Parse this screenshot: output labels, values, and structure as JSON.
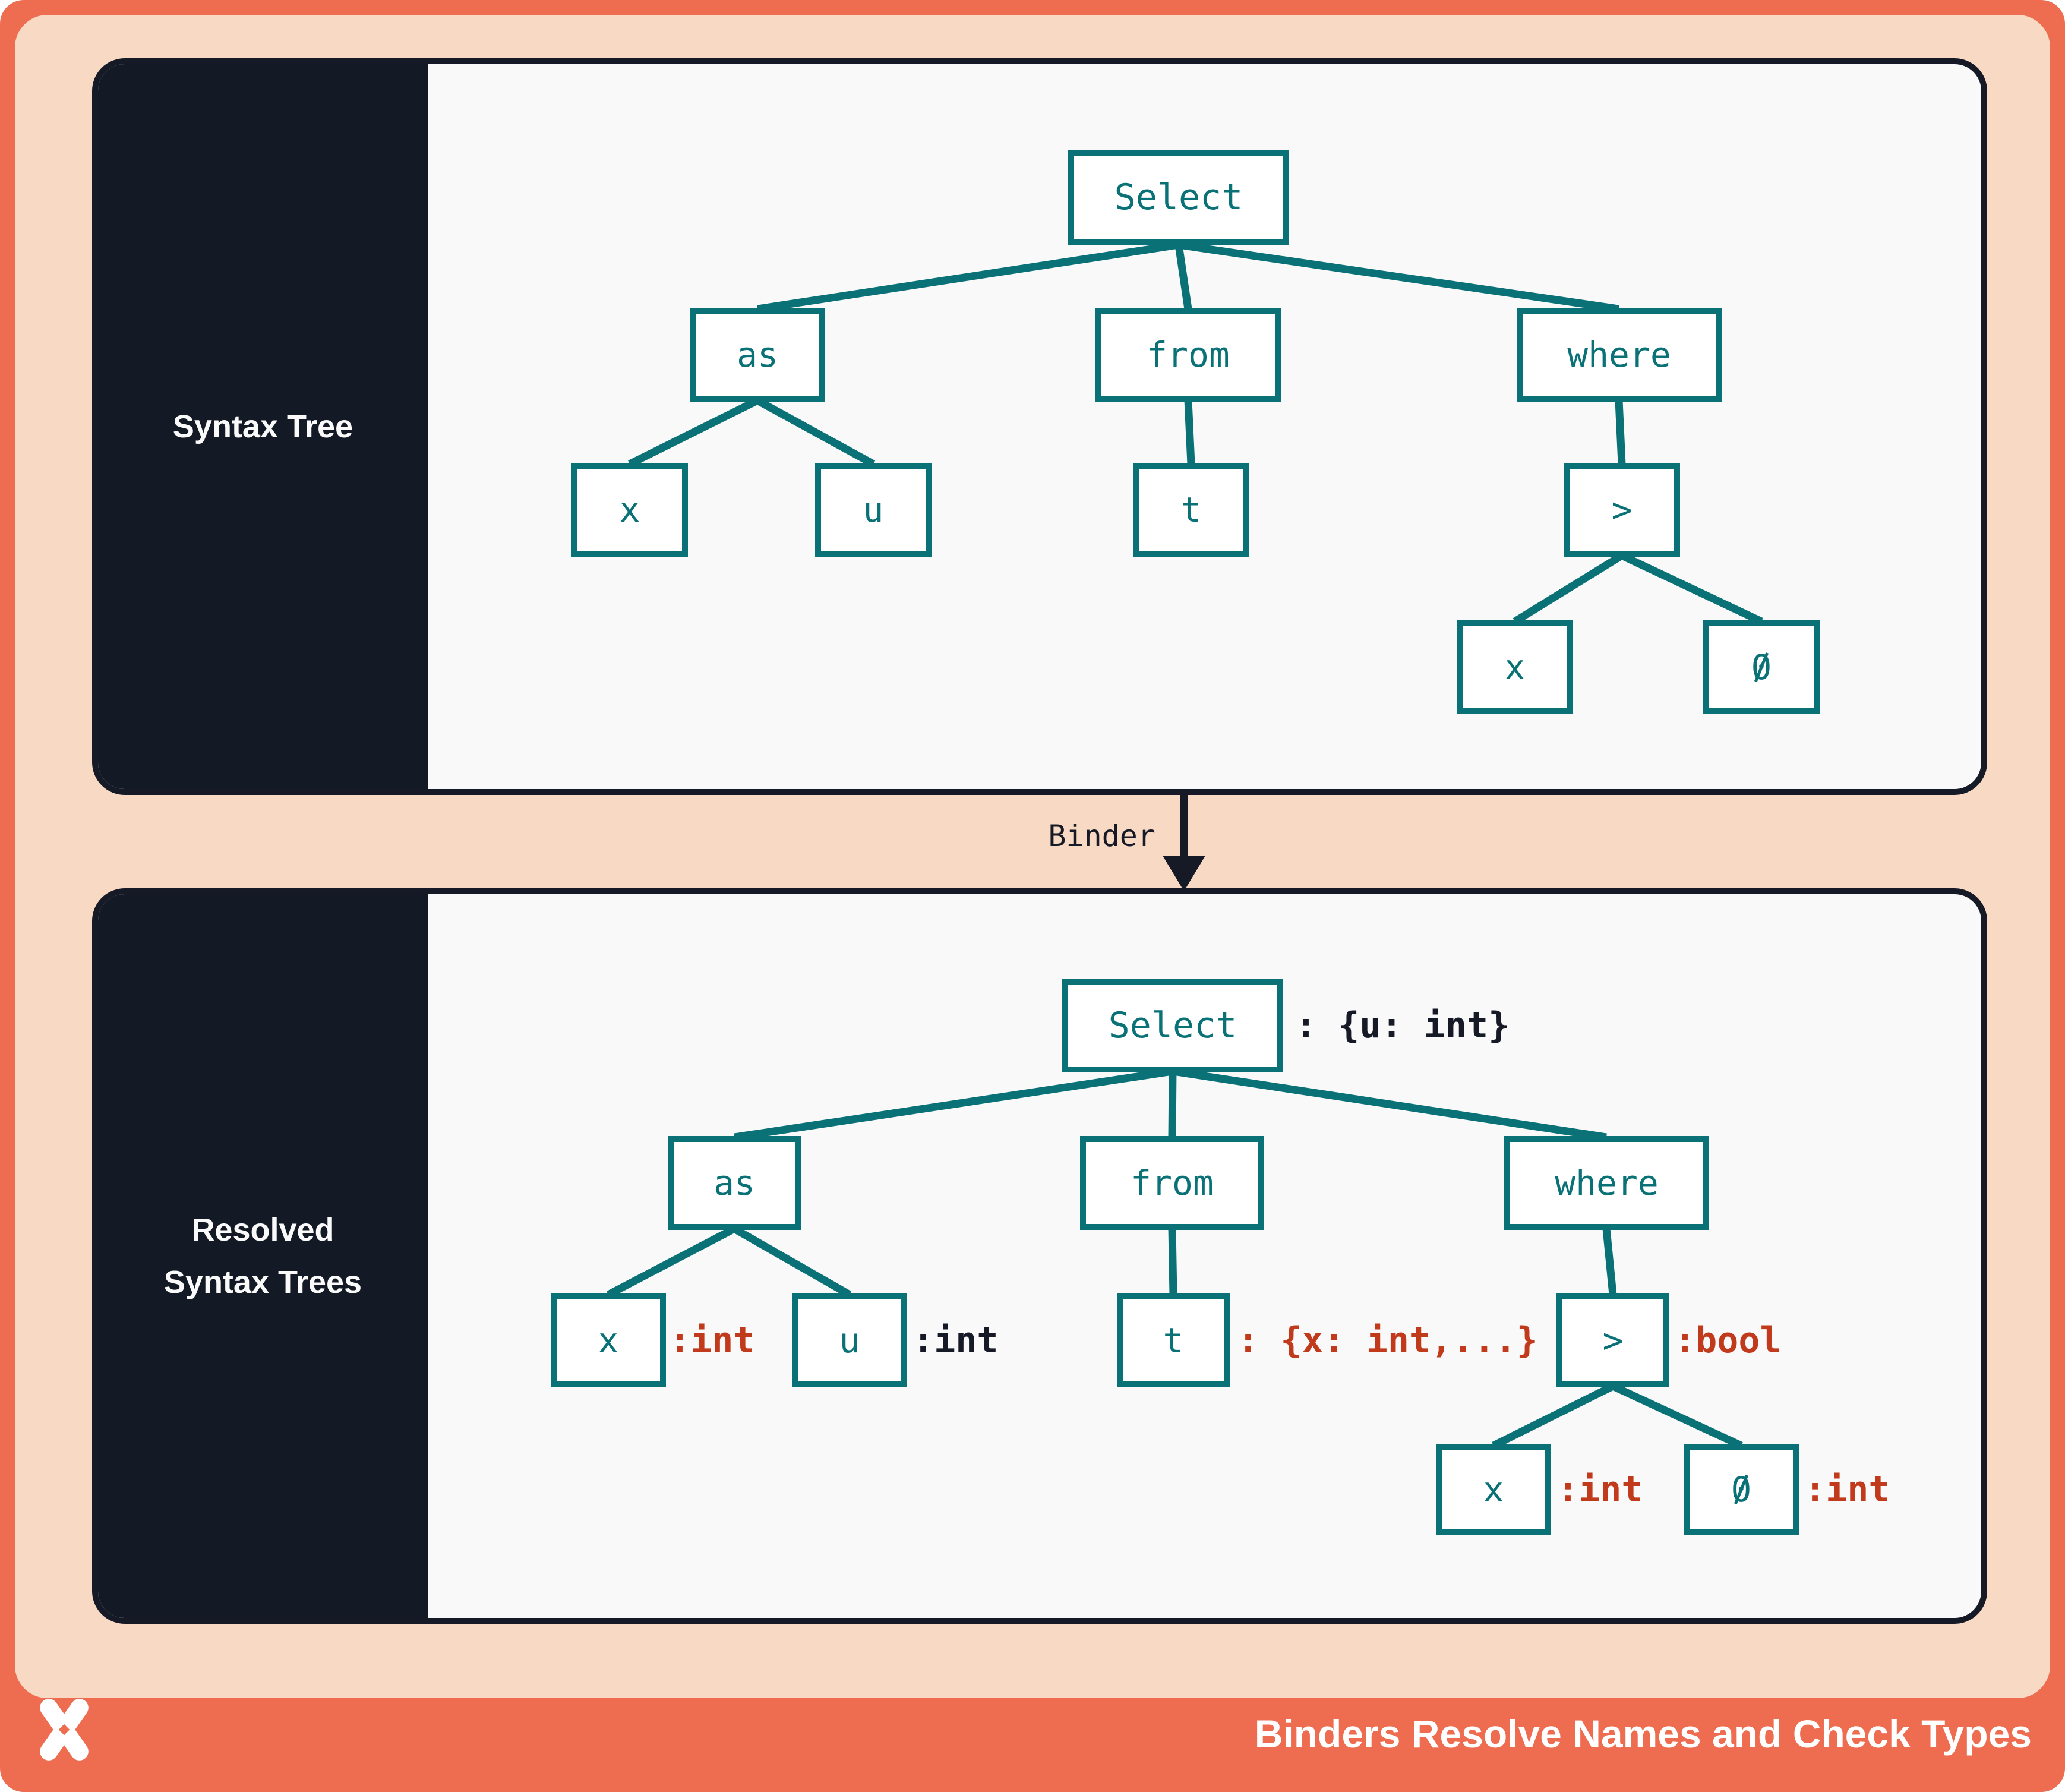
{
  "panel1": {
    "sidebar_label": "Syntax Tree",
    "nodes": {
      "select": "Select",
      "as": "as",
      "from": "from",
      "where": "where",
      "x1": "x",
      "u": "u",
      "t": "t",
      "gt": ">",
      "x2": "x",
      "zero": "0"
    }
  },
  "binder": {
    "label": "Binder"
  },
  "panel2": {
    "sidebar_label_line1": "Resolved",
    "sidebar_label_line2": "Syntax Trees",
    "nodes": {
      "select": "Select",
      "as": "as",
      "from": "from",
      "where": "where",
      "x1": "x",
      "u": "u",
      "t": "t",
      "gt": ">",
      "x2": "x",
      "zero": "0"
    },
    "annotations": {
      "select": ": {u: int}",
      "x1": ":int",
      "u": ":int",
      "t": ": {x: int,...}",
      "gt": ":bool",
      "x2": ":int",
      "zero": ":int"
    },
    "annotation_colors": {
      "select": "navy",
      "x1": "red",
      "u": "navy",
      "t": "red",
      "gt": "red",
      "x2": "red",
      "zero": "red"
    }
  },
  "tree_structure": {
    "root": "Select",
    "edges": [
      [
        "Select",
        "as"
      ],
      [
        "Select",
        "from"
      ],
      [
        "Select",
        "where"
      ],
      [
        "as",
        "x"
      ],
      [
        "as",
        "u"
      ],
      [
        "from",
        "t"
      ],
      [
        "where",
        ">"
      ],
      [
        ">",
        "x"
      ],
      [
        ">",
        "0"
      ]
    ]
  },
  "footer": {
    "title": "Binders Resolve Names and Check Types"
  },
  "colors": {
    "teal": "#0a7277",
    "navy": "#151a26",
    "orange": "#ee6c50",
    "peach": "#f8d9c3",
    "red": "#c13a1c",
    "panel_bg": "#f9f9f9",
    "node_bg": "#ffffff"
  }
}
